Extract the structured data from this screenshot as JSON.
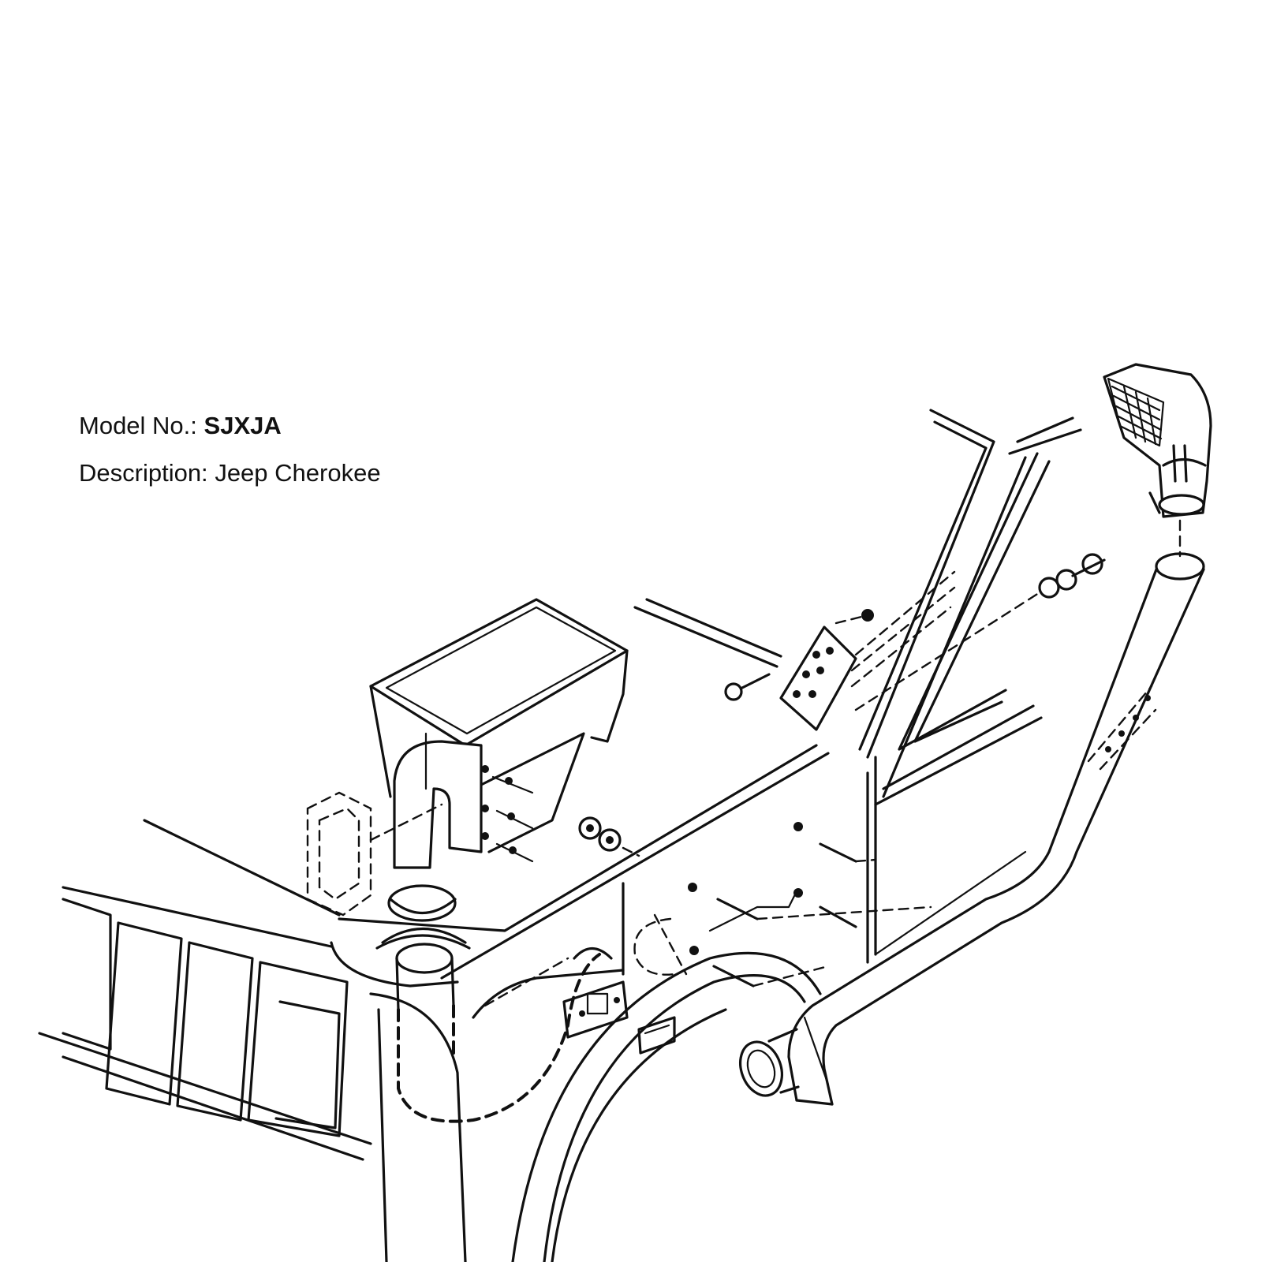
{
  "caption": {
    "model_label": "Model No.:",
    "model_value": "SJXJA",
    "description_label": "Description:",
    "description_value": "Jeep Cherokee"
  },
  "colors": {
    "ink": "#111111",
    "background": "#ffffff"
  }
}
